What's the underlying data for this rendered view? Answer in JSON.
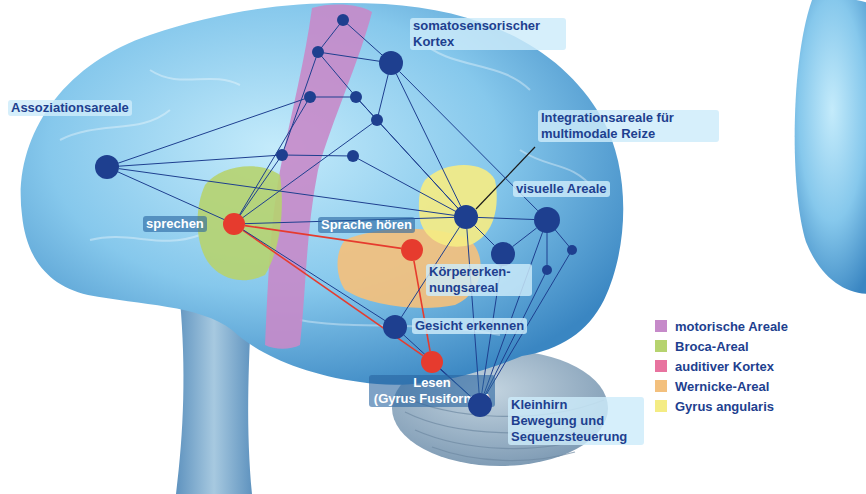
{
  "diagram": {
    "nodes": [
      {
        "text": [
          "somatosensorischer Kortex"
        ]
      },
      {
        "text": [
          "Integrationsareale für multimodale Reize"
        ]
      },
      {
        "text": [
          "Assoziationsareale"
        ]
      },
      {
        "text": [
          "visuelle Areale"
        ]
      },
      {
        "text": [
          "sprechen"
        ]
      },
      {
        "text": [
          "Sprache hören"
        ]
      },
      {
        "text": [
          "Körpererken- nungsareal"
        ]
      },
      {
        "text": [
          "Gesicht erkennen"
        ]
      },
      {
        "text": [
          "Lesen",
          "(Gyrus Fusiformis)"
        ]
      },
      {
        "text": [
          "Kleinhirn",
          "Bewegung und Sequenzsteuerung"
        ]
      }
    ],
    "edges": [
      {
        "from": 2,
        "to": 4,
        "arrow": "none"
      },
      {
        "from": 2,
        "to": 1,
        "arrow": "none"
      },
      {
        "from": 4,
        "to": 5,
        "arrow": "none"
      },
      {
        "from": 4,
        "to": 8,
        "arrow": "none"
      },
      {
        "from": 5,
        "to": 8,
        "arrow": "none"
      },
      {
        "from": 4,
        "to": 1,
        "arrow": "none"
      },
      {
        "from": 4,
        "to": 7,
        "arrow": "none"
      },
      {
        "from": 0,
        "to": 1,
        "arrow": "none"
      },
      {
        "from": 0,
        "to": 3,
        "arrow": "none"
      },
      {
        "from": 1,
        "to": 3,
        "arrow": "none"
      },
      {
        "from": 1,
        "to": 6,
        "arrow": "none"
      },
      {
        "from": 1,
        "to": 7,
        "arrow": "none"
      },
      {
        "from": 1,
        "to": 9,
        "arrow": "none"
      },
      {
        "from": 3,
        "to": 6,
        "arrow": "none"
      },
      {
        "from": 3,
        "to": 9,
        "arrow": "none"
      },
      {
        "from": 7,
        "to": 9,
        "arrow": "none"
      },
      {
        "from": 8,
        "to": 9,
        "arrow": "none"
      },
      {
        "from": 6,
        "to": 9,
        "arrow": "none"
      }
    ],
    "legend": [
      {
        "text": "motorische Areale",
        "color": "#c68ac9"
      },
      {
        "text": "Broca-Areal",
        "color": "#b6d36f"
      },
      {
        "text": "auditiver Kortex",
        "color": "#e8739f"
      },
      {
        "text": "Wernicke-Areal",
        "color": "#f3c07d"
      },
      {
        "text": "Gyrus angularis",
        "color": "#f4ec84"
      }
    ]
  }
}
